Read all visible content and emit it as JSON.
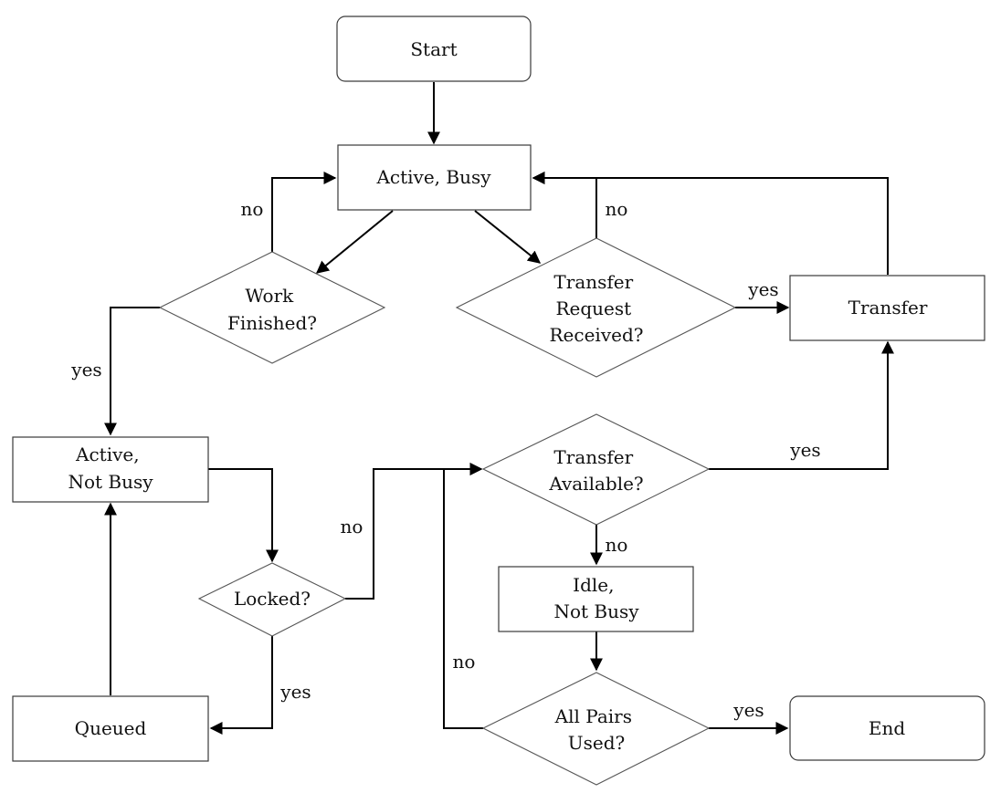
{
  "nodes": {
    "start": {
      "lines": [
        "Start"
      ]
    },
    "active_busy": {
      "lines": [
        "Active, Busy"
      ]
    },
    "work_finished": {
      "lines": [
        "Work",
        "Finished?"
      ]
    },
    "transfer_request": {
      "lines": [
        "Transfer",
        "Request",
        "Received?"
      ]
    },
    "transfer": {
      "lines": [
        "Transfer"
      ]
    },
    "active_not_busy": {
      "lines": [
        "Active,",
        "Not Busy"
      ]
    },
    "transfer_available": {
      "lines": [
        "Transfer",
        "Available?"
      ]
    },
    "locked": {
      "lines": [
        "Locked?"
      ]
    },
    "idle_not_busy": {
      "lines": [
        "Idle,",
        "Not Busy"
      ]
    },
    "queued": {
      "lines": [
        "Queued"
      ]
    },
    "all_pairs": {
      "lines": [
        "All Pairs",
        "Used?"
      ]
    },
    "end": {
      "lines": [
        "End"
      ]
    }
  },
  "edge_labels": {
    "work_finished_no": "no",
    "transfer_request_no": "no",
    "transfer_request_yes": "yes",
    "work_finished_yes": "yes",
    "transfer_available_yes": "yes",
    "locked_no": "no",
    "transfer_available_no": "no",
    "locked_yes": "yes",
    "all_pairs_no": "no",
    "all_pairs_yes": "yes"
  }
}
